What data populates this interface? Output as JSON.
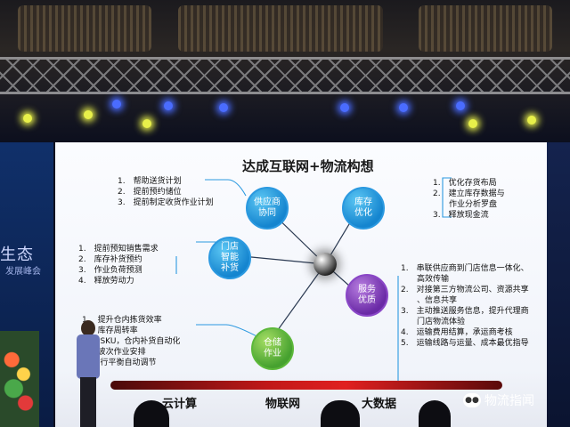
{
  "slide": {
    "title": "达成互联网+物流构想",
    "nodes": {
      "supplier": "供应商\n协同",
      "inventory": "库存\n优化",
      "store": "门店\n智能\n补货",
      "service": "服务\n优质",
      "warehouse": "仓储\n作业"
    },
    "supplier_items": [
      "1.　帮助送货计划",
      "2.　提前预约储位",
      "3.　提前制定收货作业计划"
    ],
    "inventory_items": [
      "1.　优化存货布局",
      "2.　建立库存数据与",
      "　　作业分析罗盘",
      "3.　释放现金流"
    ],
    "store_items": [
      "1.　提前预知销售需求",
      "2.　库存补货预约",
      "3.　作业负荷预测",
      "4.　释放劳动力"
    ],
    "service_items": [
      "1.　串联供应商到门店信息一体化、",
      "　　高效传输",
      "2.　对接第三方物流公司、资源共享",
      "　　、信息共享",
      "3.　主动推送服务信息，提升代理商",
      "　　门店物流体验",
      "4.　运输费用结算，承运商考核",
      "5.　运输线路与运量、成本最优指导"
    ],
    "warehouse_items": [
      "1.　提升仓内拣货效率",
      "2.　库存周转率",
      "3.　 SKU，仓内补货自动化",
      "4.　波次作业安排",
      "5.　 行平衡自动调节"
    ],
    "tech": [
      "云计算",
      "物联网",
      "大数据"
    ]
  },
  "stage": {
    "left_text": "生态",
    "left_sub": "发展峰会"
  },
  "watermark": {
    "text": "物流指闻"
  }
}
